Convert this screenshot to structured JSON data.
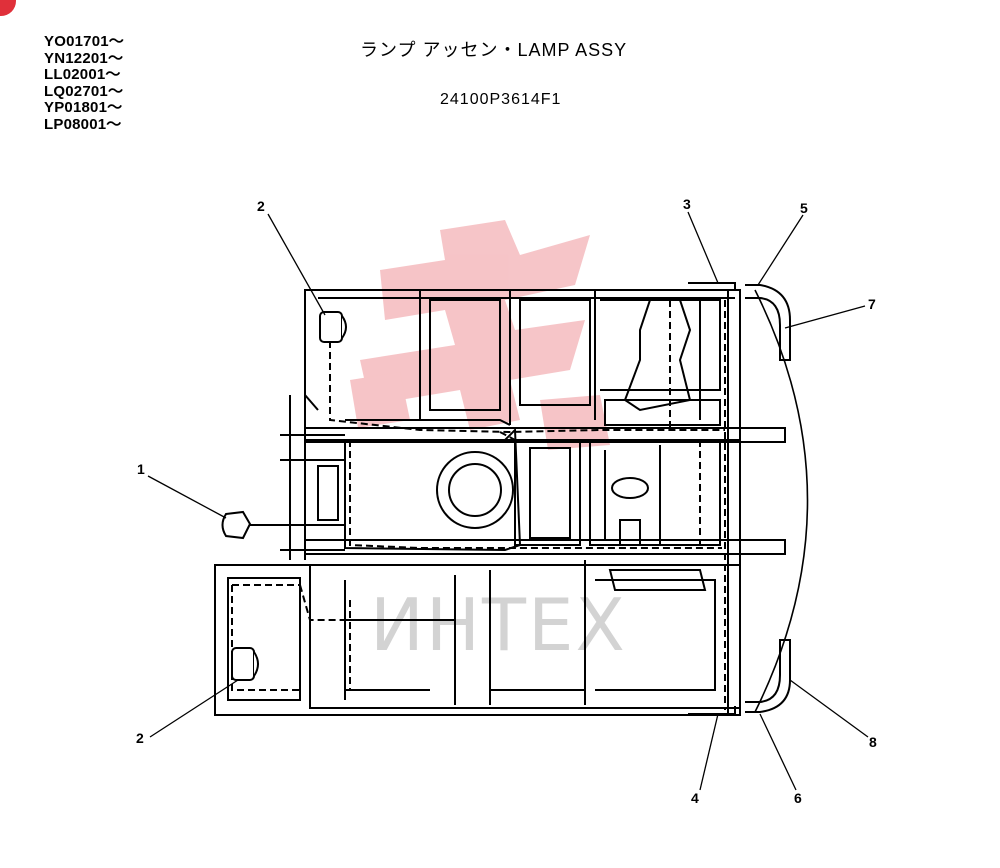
{
  "header": {
    "serials": [
      "YO01701～",
      "YN12201～",
      "LL02001～",
      "LQ02701～",
      "YP01801～",
      "LP08001～"
    ],
    "title": "ランプ アッセン・LAMP ASSY",
    "part_number": "24100P3614F1"
  },
  "callouts": [
    {
      "id": "c2a",
      "label": "2"
    },
    {
      "id": "c3",
      "label": "3"
    },
    {
      "id": "c5",
      "label": "5"
    },
    {
      "id": "c7",
      "label": "7"
    },
    {
      "id": "c1",
      "label": "1"
    },
    {
      "id": "c2b",
      "label": "2"
    },
    {
      "id": "c8",
      "label": "8"
    },
    {
      "id": "c4",
      "label": "4"
    },
    {
      "id": "c6",
      "label": "6"
    }
  ],
  "watermark": {
    "text": "ИНТЕХ",
    "color": "#e03038"
  }
}
